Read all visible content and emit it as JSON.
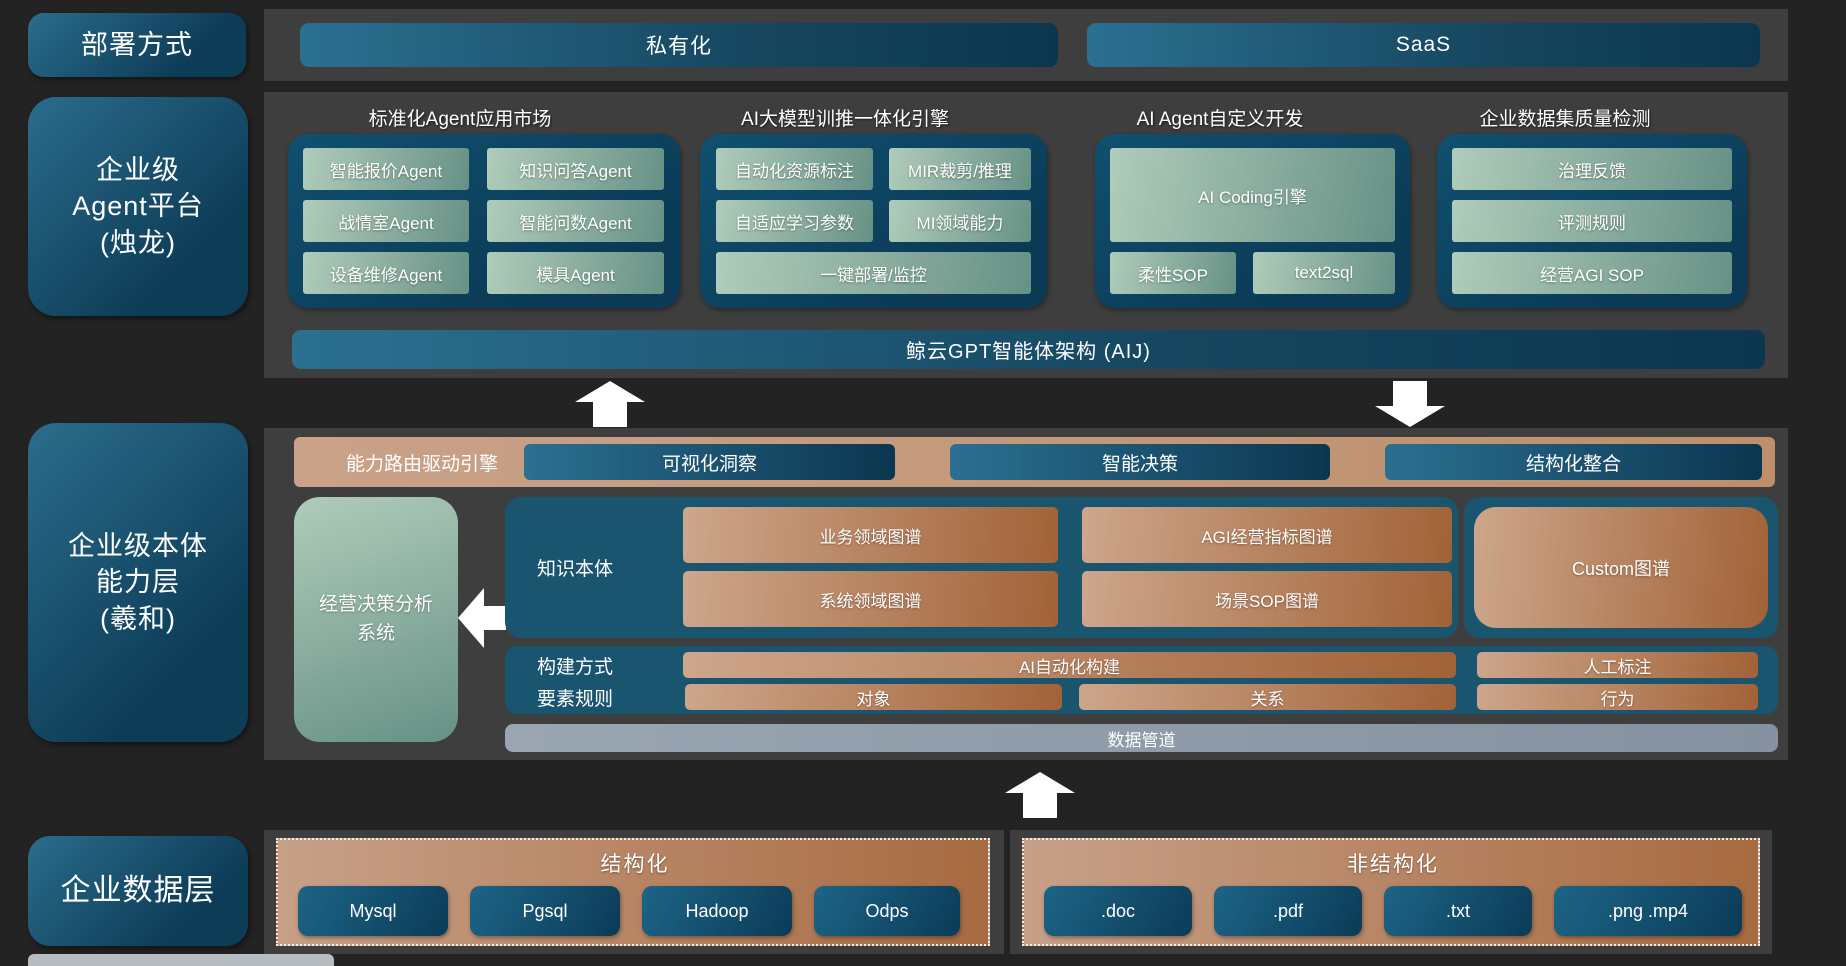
{
  "colors": {
    "bg": "#232323",
    "panel": "#3e3e3e",
    "teal_light": "#2a6d8c",
    "teal_dark": "#0d3c57",
    "green_light": "#b0ccba",
    "green_dark": "#679186",
    "tan_light": "#cda68b",
    "tan_dark": "#a26237",
    "pipe_light": "#9aa5b2",
    "pipe_dark": "#8591a0"
  },
  "deployment": {
    "label": "部署方式",
    "private_mode": "私有化",
    "saas_mode": "SaaS"
  },
  "agent_platform": {
    "label_lines": [
      "企业级",
      "Agent平台",
      "(烛龙)"
    ],
    "groups": [
      {
        "title": "标准化Agent应用市场",
        "items": [
          "智能报价Agent",
          "知识问答Agent",
          "战情室Agent",
          "智能问数Agent",
          "设备维修Agent",
          "模具Agent"
        ]
      },
      {
        "title": "AI大模型训推一体化引擎",
        "items": [
          "自动化资源标注",
          "MIR裁剪/推理",
          "自适应学习参数",
          "MI领域能力",
          "一键部署/监控"
        ]
      },
      {
        "title": "AI Agent自定义开发",
        "items": [
          "AI Coding引擎",
          "柔性SOP",
          "text2sql"
        ]
      },
      {
        "title": "企业数据集质量检测",
        "items": [
          "治理反馈",
          "评测规则",
          "经营AGI SOP"
        ]
      }
    ],
    "foundation_bar": "鲸云GPT智能体架构 (AIJ)"
  },
  "ontology_layer": {
    "label_lines": [
      "企业级本体",
      "能力层",
      "(羲和)"
    ],
    "routing": {
      "label": "能力路由驱动引擎",
      "pills": [
        "可视化洞察",
        "智能决策",
        "结构化整合"
      ]
    },
    "decision_lines": [
      "经营决策分析",
      "系统"
    ],
    "knowledge": {
      "label": "知识本体",
      "maps": [
        "业务领域图谱",
        "系统领域图谱",
        "AGI经营指标图谱",
        "场景SOP图谱"
      ],
      "custom": "Custom图谱"
    },
    "build": {
      "row1_label": "构建方式",
      "ai_build": "AI自动化构建",
      "manual": "人工标注",
      "row2_label": "要素规则",
      "elements": [
        "对象",
        "关系",
        "行为"
      ]
    },
    "pipeline": "数据管道"
  },
  "data_layer": {
    "label": "企业数据层",
    "structured": {
      "title": "结构化",
      "items": [
        "Mysql",
        "Pgsql",
        "Hadoop",
        "Odps"
      ]
    },
    "unstructured": {
      "title": "非结构化",
      "items": [
        ".doc",
        ".pdf",
        ".txt",
        ".png .mp4"
      ]
    }
  }
}
